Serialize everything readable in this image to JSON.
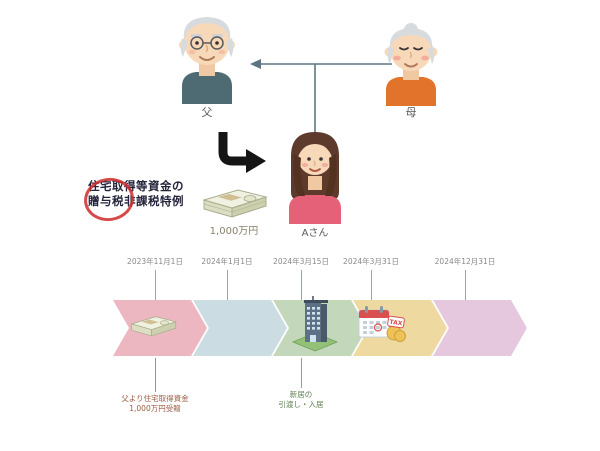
{
  "stamp": {
    "line1": "住宅取得等資金の",
    "line2": "贈与税非課税特例"
  },
  "people": {
    "father_label": "父",
    "mother_label": "母",
    "recipient_label": "Aさん"
  },
  "gift": {
    "amount_label": "1,000万円"
  },
  "timeline": {
    "dates": [
      "2023年11月1日",
      "2024年1月1日",
      "2024年3月15日",
      "2024年3月31日",
      "2024年12月31日"
    ],
    "chevron_colors": [
      "#ecb7c0",
      "#ccdce3",
      "#c3d8bb",
      "#eed9a0",
      "#e5c8de"
    ],
    "tax_label": "TAX",
    "annotations": [
      {
        "line1": "父より住宅取得資金",
        "line2": "1,000万円受贈"
      },
      {
        "line1": "新居の",
        "line2": "引渡し・入居"
      }
    ]
  },
  "colors": {
    "father_shirt": "#4e6a72",
    "mother_shirt": "#e2732a",
    "recipient_shirt": "#e56177",
    "stamp_red": "#ce2c2c",
    "connector": "#5d7583",
    "arrow_black": "#151515"
  }
}
